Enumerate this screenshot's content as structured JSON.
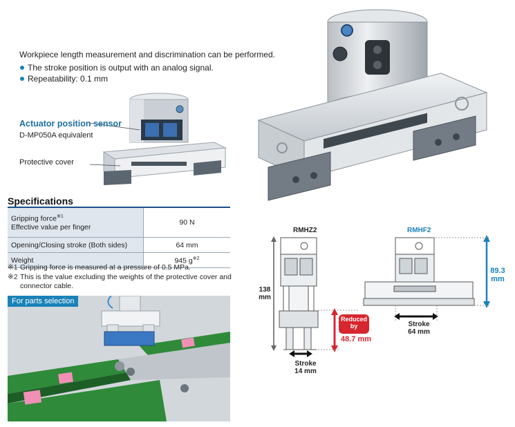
{
  "intro": "Workpiece length measurement and discrimination can be performed.",
  "bullets": [
    "The stroke position is output with an analog signal.",
    "Repeatability: 0.1 mm"
  ],
  "callouts": {
    "sensor_title": "Actuator position sensor",
    "sensor_sub": "D-MP050A equivalent",
    "cover": "Protective cover"
  },
  "specs": {
    "title": "Specifications",
    "rows": [
      {
        "label": "Gripping force",
        "label_mark": "※1",
        "label2": "Effective value per finger",
        "value": "90 N",
        "value_mark": ""
      },
      {
        "label": "Opening/Closing stroke (Both sides)",
        "label_mark": "",
        "label2": "",
        "value": "64 mm",
        "value_mark": ""
      },
      {
        "label": "Weight",
        "label_mark": "",
        "label2": "",
        "value": "945 g",
        "value_mark": "※2"
      }
    ],
    "notes": [
      {
        "mark": "※1",
        "text": "Gripping force is measured at a pressure of 0.5 MPa."
      },
      {
        "mark": "※2",
        "text": "This is the value excluding the weights of the protective cover and connector cable."
      }
    ]
  },
  "parts_tag": "For parts selection",
  "diagram": {
    "left_model": "RMHZ2",
    "right_model": "RMHF2",
    "height_left": "138",
    "height_left_unit": "mm",
    "height_right": "89.3",
    "height_right_unit": "mm",
    "reduced_line1": "Reduced",
    "reduced_line2": "by",
    "reduced_value": "48.7 mm",
    "stroke_left_label": "Stroke",
    "stroke_left_value": "14 mm",
    "stroke_right_label": "Stroke",
    "stroke_right_value": "64 mm"
  },
  "colors": {
    "accent_blue": "#1a82b8",
    "title_blue": "#1e6fa0",
    "reduced_red": "#d7262f",
    "spec_header_bg": "#dfe6ee"
  }
}
